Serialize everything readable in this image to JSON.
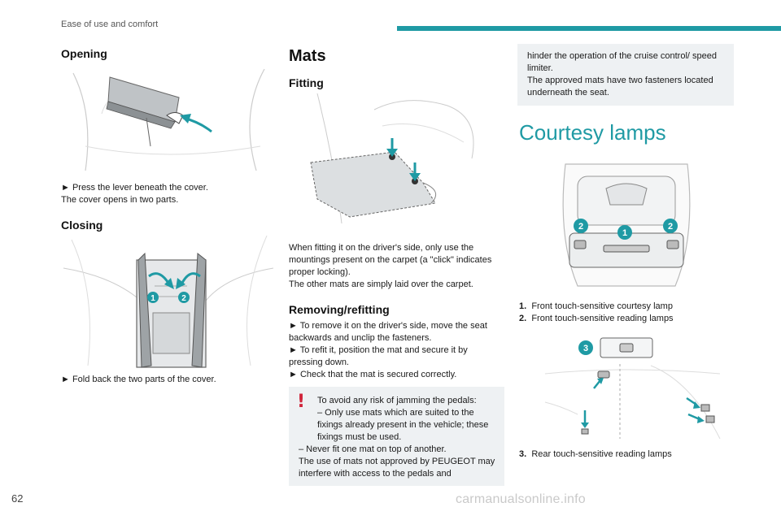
{
  "header": {
    "title": "Ease of use and comfort",
    "accent_color": "#1f9aa4"
  },
  "page_number": "62",
  "watermark": "carmanualsonline.info",
  "col1": {
    "opening_heading": "Opening",
    "opening_text_1": "► Press the lever beneath the cover.",
    "opening_text_2": "The cover opens in two parts.",
    "closing_heading": "Closing",
    "closing_text": "► Fold back the two parts of the cover.",
    "callout_1": "1",
    "callout_2": "2"
  },
  "col2": {
    "mats_heading": "Mats",
    "fitting_heading": "Fitting",
    "fitting_p1": "When fitting it on the driver's side, only use the mountings present on the carpet (a \"click\" indicates proper locking).",
    "fitting_p2": "The other mats are simply laid over the carpet.",
    "removing_heading": "Removing/refitting",
    "remove_p1": "► To remove it on the driver's side, move the seat backwards and unclip the fasteners.",
    "remove_p2": "► To refit it, position the mat and secure it by pressing down.",
    "remove_p3": "► Check that the mat is secured correctly.",
    "warning": {
      "line1": "To avoid any risk of jamming the pedals:",
      "line2": "– Only use mats which are suited to the fixings already present in the vehicle; these fixings must be used.",
      "line3": "– Never fit one mat on top of another.",
      "line4": "The use of mats not approved by PEUGEOT may interfere with access to the pedals and"
    }
  },
  "col3": {
    "note_p1": "hinder the operation of the cruise control/ speed limiter.",
    "note_p2": "The approved mats have two fasteners located underneath the seat.",
    "courtesy_heading": "Courtesy lamps",
    "legend": [
      {
        "num": "1.",
        "text": "Front touch-sensitive courtesy lamp"
      },
      {
        "num": "2.",
        "text": "Front touch-sensitive reading lamps"
      }
    ],
    "legend3": {
      "num": "3.",
      "text": "Rear touch-sensitive reading lamps"
    },
    "callout_1": "1",
    "callout_2": "2",
    "callout_3": "3"
  }
}
